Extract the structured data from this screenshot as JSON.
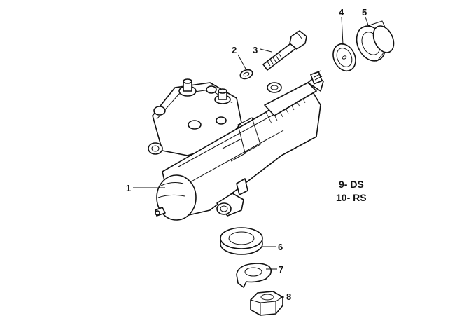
{
  "callouts": {
    "c1": "1",
    "c2": "2",
    "c3": "3",
    "c4": "4",
    "c5": "5",
    "c6": "6",
    "c7": "7",
    "c8": "8"
  },
  "legend": {
    "line1": "9- DS",
    "line2": "10- RS"
  }
}
